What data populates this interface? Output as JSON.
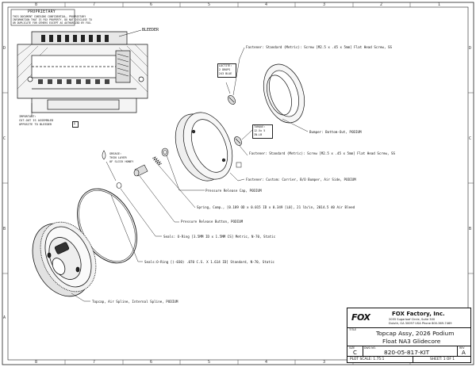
{
  "proprietary": {
    "heading": "PROPRIETARY",
    "lines": [
      "THIS DOCUMENT CONTAINS CONFIDENTIAL, PROPRIETARY",
      "INFORMATION THAT IS FOX PROPERTY. DO NOT DISCLOSE TO",
      "OR DUPLICATE FOR OTHERS EXCEPT AS AUTHORIZED BY FOX."
    ]
  },
  "zones": {
    "columns": [
      "8",
      "7",
      "6",
      "5",
      "4",
      "3",
      "2",
      "1"
    ],
    "rows": [
      "D",
      "C",
      "B",
      "A"
    ]
  },
  "callouts": {
    "bleeder": "BLEEDER",
    "loctite": [
      "LOCTITE:",
      "2 DROPS",
      "243 BLUE"
    ],
    "important": [
      "IMPORTANT:",
      "CUT-OUT IS ASSEMBLED",
      "OPPOSITE TO BLEEDER"
    ],
    "important_num": "1",
    "torque": [
      "TORQUE:",
      "12.5x 5",
      "IN-LB"
    ],
    "grease": [
      "GREASE:",
      "THIN LAYER",
      "OF SLICK HONEY"
    ]
  },
  "parts": [
    "Fastener: Standard (Metric): Screw [M2.5 x .45 x 5mm] Flat Head Screw, SS",
    "Bumper: Bottom-Out, PODIUM",
    "Fastener: Standard (Metric): Screw [M2.5 x .45 x 5mm] Flat Head Screw, SS",
    "Fastener: Custom: Carrier, B/O Bumper, Air Side, PODIUM",
    "Pressure Release Cap, PODIUM",
    "Spring, Comp., [0.189 OD x 0.015 ID x 0.349 [L0], 21 lb/in, 2014.5 40 Air Bleed",
    "Pressure Release Button, PODIUM",
    "Seals: O-Ring [3.5MM ID x 1.5MM CS] Metric, N-70, Static",
    "Seals:O-Ring [(-030) .070 C.S. X 1.614 ID] Standard, N-70, Static",
    "Topcap, Air Spline, Internal Spline, PODIUM"
  ],
  "title_block": {
    "title_label": "TITLE",
    "logo": "FOX",
    "company": "FOX Factory, Inc.",
    "address": [
      "2055 Sugarloaf Circle, Suite 300",
      "Duluth, GA 30097 USA Phone 800-369-7469"
    ],
    "title_lines": [
      "Topcap Assy, 2026 Podium",
      "Float NA3 Glidecore"
    ],
    "dwg_no_label": "DWG NO.",
    "dwg_no": "820-05-817-KIT",
    "size_label": "SIZE",
    "size": "C",
    "rev_label": "REV",
    "rev": "A",
    "plot_scale": "PLOT SCALE: 1.75:1",
    "sheet": "SHEET: 1 OF 1"
  }
}
